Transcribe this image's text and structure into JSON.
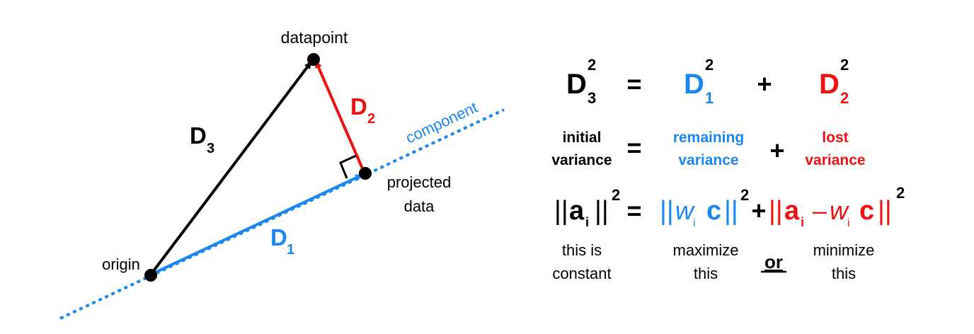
{
  "colors": {
    "black": "#000000",
    "blue": "#1a87f0",
    "red": "#ee1111"
  },
  "diagram": {
    "datapoint_label": "datapoint",
    "component_label": "component",
    "projected_label_line1": "projected",
    "projected_label_line2": "data",
    "origin_label": "origin",
    "d1": {
      "letter": "D",
      "sub": "1"
    },
    "d2": {
      "letter": "D",
      "sub": "2"
    },
    "d3": {
      "letter": "D",
      "sub": "3"
    }
  },
  "equations": {
    "row1": {
      "lhs": {
        "letter": "D",
        "sub": "3",
        "sup": "2"
      },
      "eq": "=",
      "mid": {
        "letter": "D",
        "sub": "1",
        "sup": "2"
      },
      "plus": "+",
      "rhs": {
        "letter": "D",
        "sub": "2",
        "sup": "2"
      }
    },
    "row2": {
      "lhs_line1": "initial",
      "lhs_line2": "variance",
      "eq": "=",
      "mid_line1": "remaining",
      "mid_line2": "variance",
      "plus": "+",
      "rhs_line1": "lost",
      "rhs_line2": "variance"
    },
    "row3": {
      "bars": "||",
      "a": "a",
      "i": "i",
      "sq": "2",
      "eq": "=",
      "w": "w",
      "c": "c",
      "plus": "+",
      "minus": "–"
    },
    "row4": {
      "col1_line1": "this is",
      "col1_line2": "constant",
      "col2_line1": "maximize",
      "col2_line2": "this",
      "or": "or",
      "col3_line1": "minimize",
      "col3_line2": "this"
    }
  }
}
